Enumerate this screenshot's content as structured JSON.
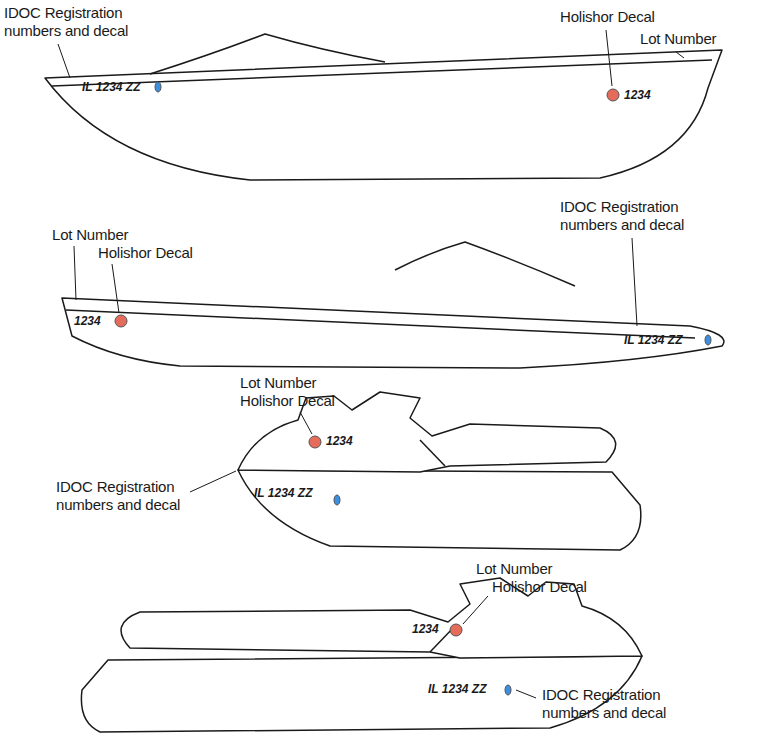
{
  "diagram": {
    "labels": [
      "IDOC Registration numbers and decal",
      "Holishor Decal",
      "Lot Number",
      "IL 1234 ZZ",
      "1234",
      "Lot Number",
      "Holishor Decal",
      "IDOC Registration numbers and decal",
      "1234",
      "IL 1234 ZZ",
      "Lot Number",
      "Holishor Decal",
      "IDOC Registration numbers and decal",
      "1234",
      "IL 1234 ZZ",
      "Lot Number",
      "Holishor Decal",
      "1234",
      "IL 1234 ZZ",
      "IDOC Registration numbers and decal"
    ]
  }
}
